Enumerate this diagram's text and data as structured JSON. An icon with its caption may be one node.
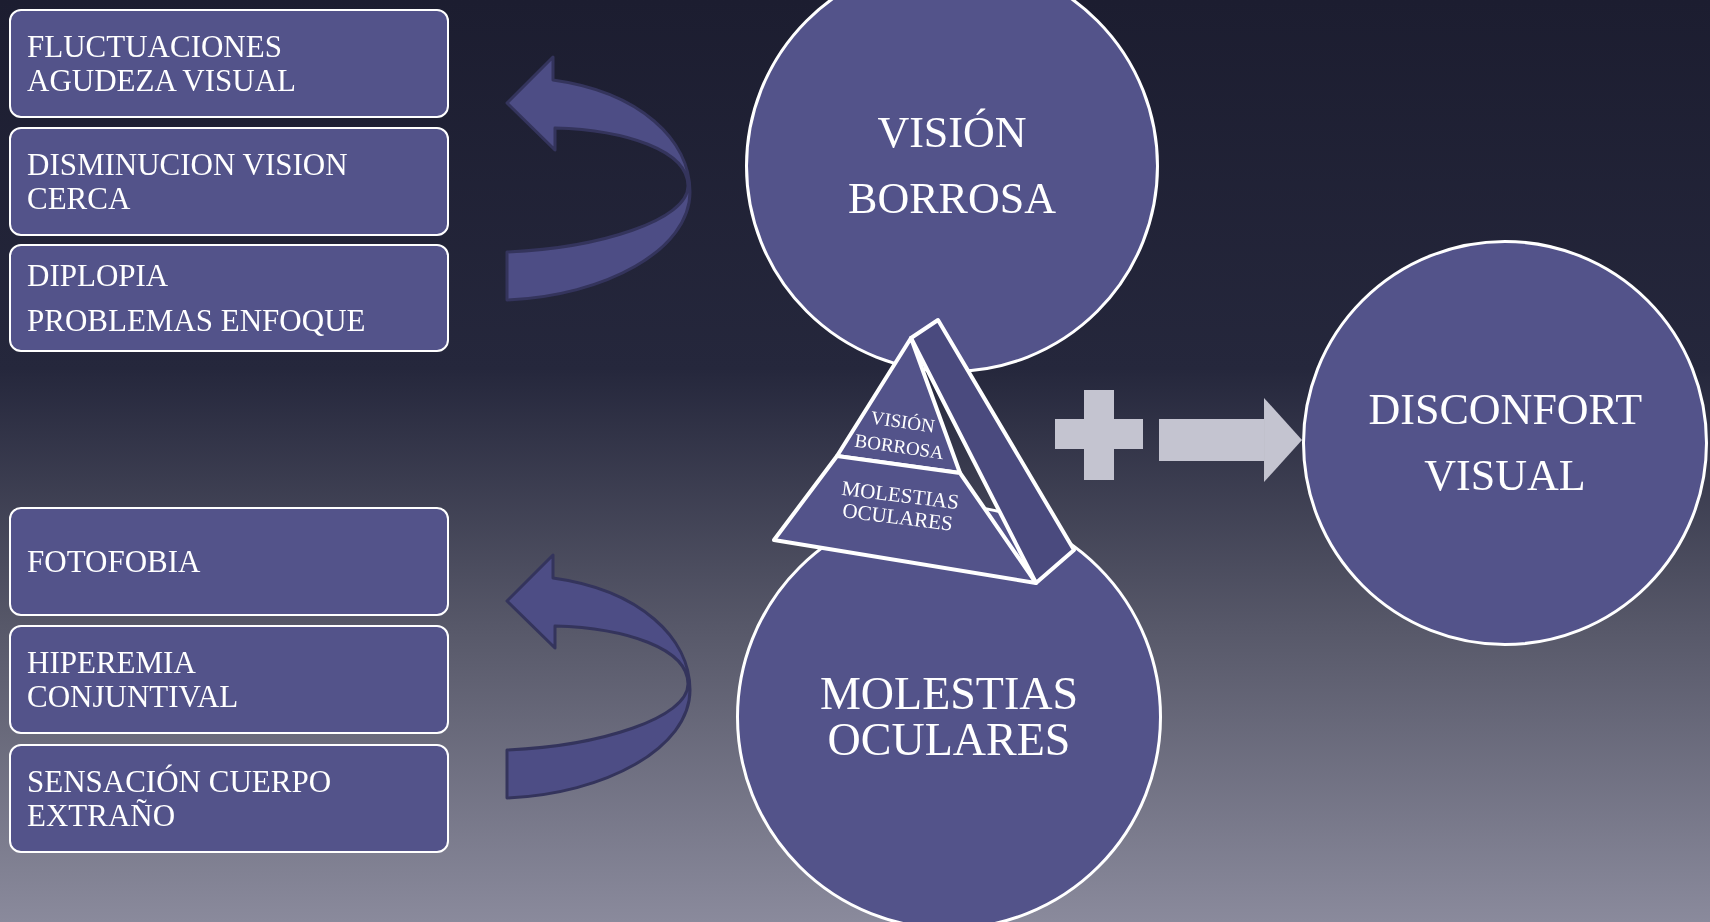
{
  "diagram": {
    "nodes": [
      {
        "text": [
          "FLUCTUACIONES AGUDEZA VISUAL"
        ]
      },
      {
        "text": [
          "DISMINUCION VISION CERCA"
        ]
      },
      {
        "text": [
          "DIPLOPIA",
          "PROBLEMAS ENFOQUE"
        ]
      },
      {
        "text": [
          "FOTOFOBIA"
        ]
      },
      {
        "text": [
          "HIPEREMIA CONJUNTIVAL"
        ]
      },
      {
        "text": [
          "SENSACIÓN CUERPO EXTRAÑO"
        ]
      },
      {
        "text": [
          "VISIÓN BORROSA"
        ]
      },
      {
        "text": [
          "VISIÓN BORROSA"
        ]
      },
      {
        "text": [
          "MOLESTIAS OCULARES"
        ]
      },
      {
        "text": [
          "MOLESTIAS OCULARES"
        ]
      },
      {
        "text": [
          "DISCONFORT VISUAL"
        ]
      },
      {
        "text": [],
        "shape": "box"
      },
      {
        "text": [],
        "shape": "cross"
      }
    ],
    "edges": [
      {
        "from": 6,
        "to": 0,
        "arrow": "to"
      },
      {
        "from": 9,
        "to": 3,
        "arrow": "to"
      },
      {
        "from": 12,
        "to": 10,
        "arrow": "to"
      }
    ]
  }
}
